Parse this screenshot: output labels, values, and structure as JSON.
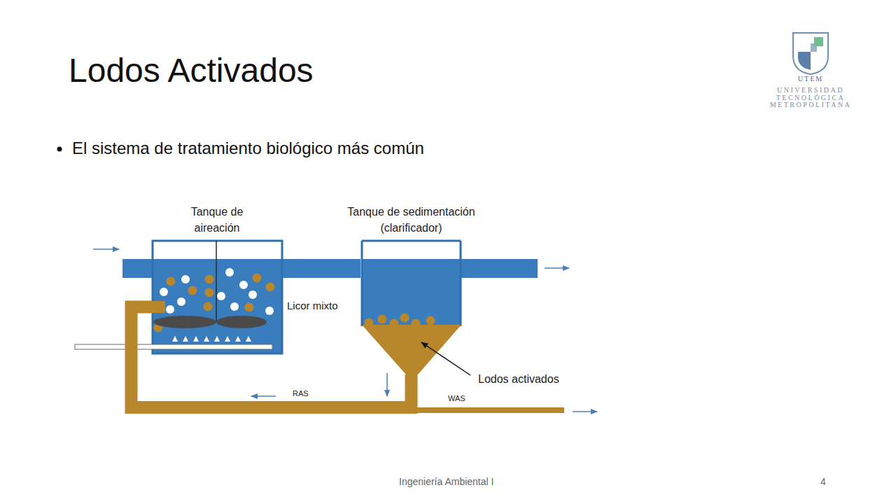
{
  "diagram": {
    "title": "Lodos Activados",
    "nodes": [
      {
        "text": [
          "Tanque de aireación"
        ]
      },
      {
        "text": [
          "Tanque de sedimentación (clarificador)"
        ]
      }
    ],
    "edges": [
      {
        "from": 0,
        "to": 1,
        "arrow": "none"
      },
      {
        "from": 1,
        "to": 0,
        "label": "RAS",
        "arrow": "none"
      }
    ],
    "labels": [
      "El sistema de tratamiento biológico más común",
      "Licor mixto",
      "Lodos activados",
      "WAS",
      "UTEM",
      "UNIVERSIDAD TECNOLÓGICA METROPOLITANA",
      "Ingeniería Ambiental I",
      "4"
    ]
  }
}
